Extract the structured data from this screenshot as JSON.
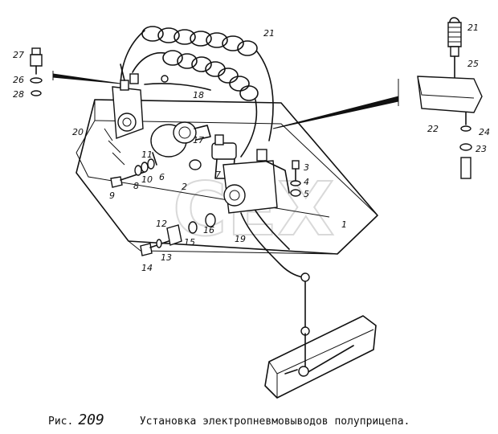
{
  "caption": {
    "prefix": "Рис.",
    "number": "209",
    "title": "Установка электропневмовыводов полуприцепа."
  },
  "watermark": {
    "text": "CEX"
  },
  "callouts": [
    {
      "id": "c1",
      "text": "1"
    },
    {
      "id": "c2",
      "text": "2"
    },
    {
      "id": "c3",
      "text": "3"
    },
    {
      "id": "c4",
      "text": "4"
    },
    {
      "id": "c5",
      "text": "5"
    },
    {
      "id": "c6",
      "text": "6"
    },
    {
      "id": "c7",
      "text": "7"
    },
    {
      "id": "c8",
      "text": "8"
    },
    {
      "id": "c9",
      "text": "9"
    },
    {
      "id": "c10",
      "text": "10"
    },
    {
      "id": "c11",
      "text": "11"
    },
    {
      "id": "c12",
      "text": "12"
    },
    {
      "id": "c13",
      "text": "13"
    },
    {
      "id": "c14",
      "text": "14"
    },
    {
      "id": "c15",
      "text": "15"
    },
    {
      "id": "c16",
      "text": "16"
    },
    {
      "id": "c17",
      "text": "17"
    },
    {
      "id": "c18",
      "text": "18"
    },
    {
      "id": "c19",
      "text": "19"
    },
    {
      "id": "c20",
      "text": "20"
    },
    {
      "id": "c21a",
      "text": "21"
    },
    {
      "id": "c21b",
      "text": "21"
    },
    {
      "id": "c22",
      "text": "22"
    },
    {
      "id": "c23",
      "text": "23"
    },
    {
      "id": "c24",
      "text": "24"
    },
    {
      "id": "c25",
      "text": "25"
    },
    {
      "id": "c26",
      "text": "26"
    },
    {
      "id": "c27",
      "text": "27"
    },
    {
      "id": "c28",
      "text": "28"
    }
  ]
}
